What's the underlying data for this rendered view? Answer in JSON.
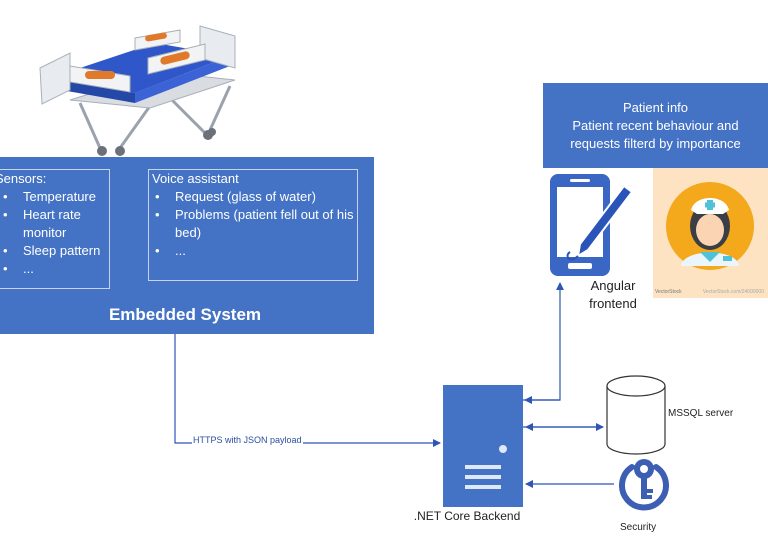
{
  "embedded": {
    "title": "Embedded System",
    "sensors": {
      "heading": "Sensors:",
      "items": [
        "Temperature",
        "Heart rate monitor",
        "Sleep pattern",
        "..."
      ]
    },
    "voice": {
      "heading": "Voice assistant",
      "items": [
        "Request (glass of water)",
        "Problems (patient fell out of his bed)",
        "..."
      ]
    }
  },
  "patient_info": {
    "lines": [
      "Patient info",
      "Patient recent behaviour and",
      "requests filterd by importance"
    ]
  },
  "labels": {
    "angular": [
      "Angular",
      "frontend"
    ],
    "server": ".NET Core Backend",
    "mssql": "MSSQL server",
    "security": "Security",
    "https": "HTTPS with JSON payload",
    "nurse_credit": "VectorStock",
    "nurse_credit2": "VectorStock.com/24000000"
  },
  "colors": {
    "accent": "#4472C4",
    "arrow": "#2f55b5",
    "nurse_bg": "#fde3c2",
    "nurse_circle": "#f4a81c"
  }
}
